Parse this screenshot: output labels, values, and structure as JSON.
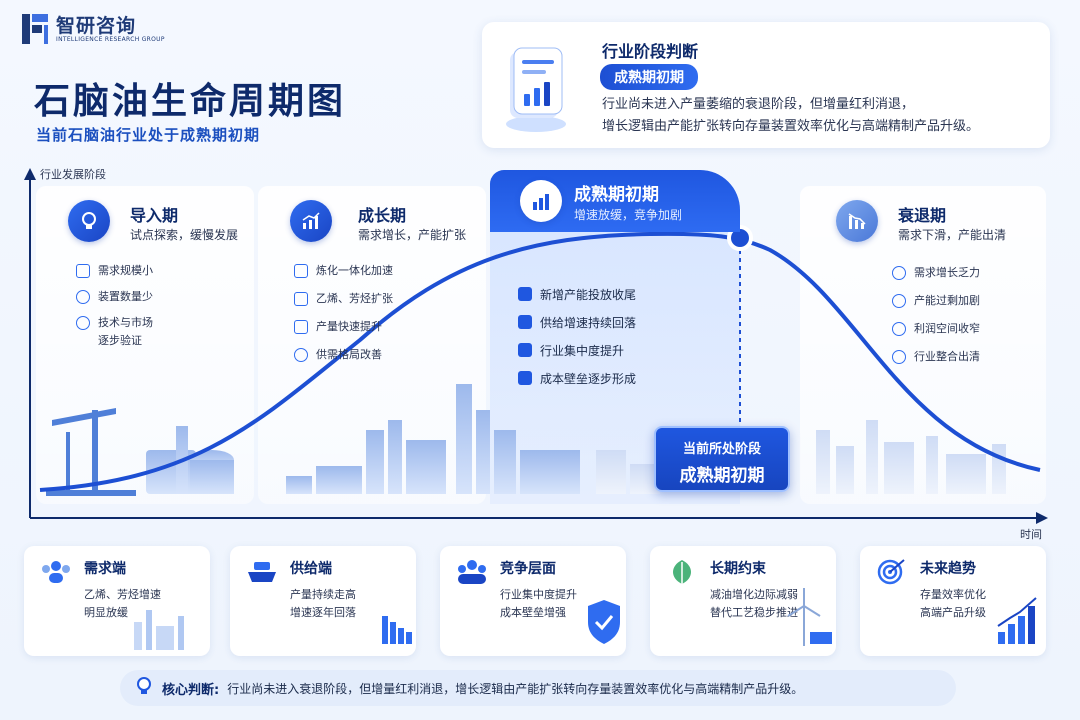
{
  "brand": {
    "name_cn": "智研咨询",
    "name_en": "INTELLIGENCE RESEARCH GROUP",
    "color": "#1f3b78"
  },
  "title": "石脑油生命周期图",
  "subtitle": "当前石脑油行业处于成熟期初期",
  "judgement": {
    "title": "行业阶段判断",
    "badge": "成熟期初期",
    "line1": "行业尚未进入产量萎缩的衰退阶段，但增量红利消退，",
    "line2": "增长逻辑由产能扩张转向存量装置效率优化与高端精制产品升级。"
  },
  "axes": {
    "y_label": "行业发展阶段",
    "x_label": "时间"
  },
  "stages": [
    {
      "name": "导入期",
      "desc": "试点探索，缓慢发展",
      "icon": "lightbulb-icon",
      "bullets": [
        "需求规模小",
        "装置数量少",
        "技术与市场",
        "逐步验证"
      ]
    },
    {
      "name": "成长期",
      "desc": "需求增长，产能扩张",
      "icon": "trend-up-icon",
      "bullets": [
        "炼化一体化加速",
        "乙烯、芳烃扩张",
        "产量快速提升",
        "供需格局改善"
      ]
    },
    {
      "name": "成熟期初期",
      "desc": "增速放缓，竞争加剧",
      "icon": "bar-chart-icon",
      "bullets": [
        "新增产能投放收尾",
        "供给增速持续回落",
        "行业集中度提升",
        "成本壁垒逐步形成"
      ]
    },
    {
      "name": "衰退期",
      "desc": "需求下滑，产能出清",
      "icon": "trend-down-icon",
      "bullets": [
        "需求增长乏力",
        "产能过剩加剧",
        "利润空间收窄",
        "行业整合出清"
      ]
    }
  ],
  "current": {
    "line1": "当前所处阶段",
    "line2": "成熟期初期"
  },
  "cards": [
    {
      "title": "需求端",
      "line1": "乙烯、芳烃增速",
      "line2": "明显放缓",
      "icon": "users-icon"
    },
    {
      "title": "供给端",
      "line1": "产量持续走高",
      "line2": "增速逐年回落",
      "icon": "ship-icon"
    },
    {
      "title": "竞争层面",
      "line1": "行业集中度提升",
      "line2": "成本壁垒增强",
      "icon": "group-icon"
    },
    {
      "title": "长期约束",
      "line1": "减油增化边际减弱",
      "line2": "替代工艺稳步推进",
      "icon": "leaf-icon"
    },
    {
      "title": "未来趋势",
      "line1": "存量效率优化",
      "line2": "高端产品升级",
      "icon": "target-icon"
    }
  ],
  "footer": {
    "label": "核心判断:",
    "text": "行业尚未进入衰退阶段，但增量红利消退，增长逻辑由产能扩张转向存量装置效率优化与高端精制产品升级。"
  },
  "colors": {
    "accent": "#1f57e0",
    "navy": "#0e2a6b",
    "curve": "#1d4fd3"
  }
}
